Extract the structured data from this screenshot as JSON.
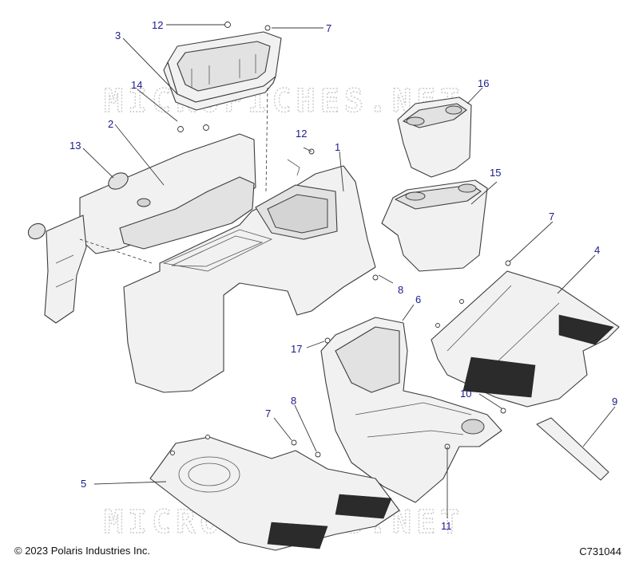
{
  "watermark": "MICROFICHES.NET",
  "footer": {
    "copyright": "© 2023 Polaris Industries Inc.",
    "drawing_number": "C731044"
  },
  "callouts": {
    "c1": "1",
    "c2": "2",
    "c3": "3",
    "c4": "4",
    "c5": "5",
    "c6": "6",
    "c7a": "7",
    "c7b": "7",
    "c7c": "7",
    "c8a": "8",
    "c8b": "8",
    "c9": "9",
    "c10": "10",
    "c11": "11",
    "c12a": "12",
    "c12b": "12",
    "c13": "13",
    "c14": "14",
    "c15": "15",
    "c16": "16",
    "c17": "17"
  },
  "colors": {
    "callout_text": "#1a1a8c",
    "part_fill": "#f1f1f1",
    "outline": "#3c3c3c",
    "mat": "#2b2b2b",
    "watermark": "#c8c8c8"
  }
}
